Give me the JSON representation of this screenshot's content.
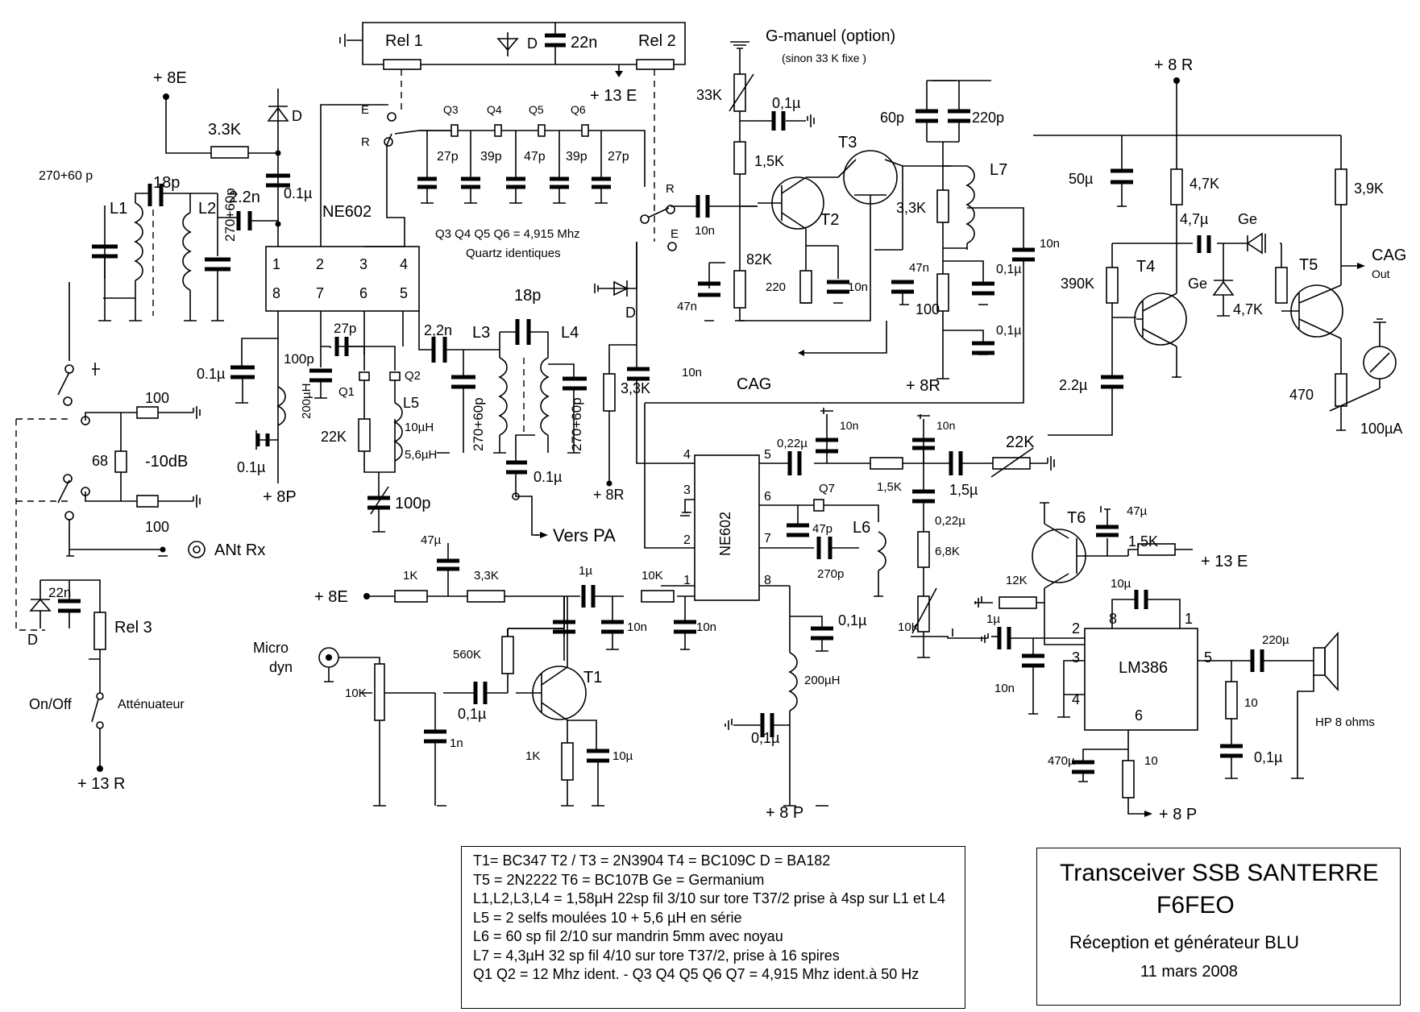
{
  "title_block": {
    "line1": "Transceiver SSB SANTERRE",
    "line2": "F6FEO",
    "line3": "Réception et générateur BLU",
    "date": "11 mars 2008"
  },
  "notes": [
    "T1= BC347 T2 / T3 = 2N3904 T4 = BC109C D = BA182",
    "T5 = 2N2222 T6 = BC107B Ge = Germanium",
    "L1,L2,L3,L4 = 1,58µH 22sp fil 3/10 sur tore T37/2 prise à 4sp sur L1 et L4",
    "L5 = 2 selfs moulées 10 + 5,6 µH en série",
    "L6 = 60 sp fil 2/10 sur mandrin 5mm avec noyau",
    "L7 = 4,3µH 32 sp fil 4/10 sur tore T37/2, prise à 16 spires",
    "Q1 Q2 = 12 Mhz ident. - Q3 Q4 Q5 Q6 Q7 = 4,915 Mhz ident.à 50 Hz"
  ],
  "labels": {
    "rel1": "Rel 1",
    "rel2": "Rel 2",
    "rel3": "Rel 3",
    "d_top": "D",
    "c22n_top": "22n",
    "p13e_top": "+ 13 E",
    "p8e_top": "+ 8E",
    "r33k": "3.3K",
    "d1": "D",
    "c01_1": "0.1µ",
    "ne602_1": "NE602",
    "e1": "E",
    "r1": "R",
    "q3": "Q3",
    "q4": "Q4",
    "q5": "Q5",
    "q6": "Q6",
    "c27a": "27p",
    "c39a": "39p",
    "c47a": "47p",
    "c39b": "39p",
    "c27b": "27p",
    "quartz1": "Q3 Q4 Q5 Q6 = 4,915 Mhz",
    "quartz2": "Quartz identiques",
    "r2": "R",
    "e2": "E",
    "c10n_a": "10n",
    "gman": "G-manuel (option)",
    "sinon": "(sinon 33 K fixe )",
    "r33kpot": "33K",
    "c01_g": "0,1µ",
    "r15k": "1,5K",
    "t3": "T3",
    "t2": "T2",
    "r82k": "82K",
    "c47n_a": "47n",
    "r220": "220",
    "c10n_b": "10n",
    "cag_in": "CAG",
    "c47n_b": "47n",
    "c60p": "60p",
    "c220p": "220p",
    "l7": "L7",
    "r33k_b": "3,3K",
    "r100_b": "100",
    "c01_h": "0,1µ",
    "c01_i": "0,1µ",
    "p8r_a": "+ 8R",
    "c10n_c": "10n",
    "cap270": "270+60 p",
    "l1": "L1",
    "l2": "L2",
    "c18p_a": "18p",
    "c22n_b": "2.2n",
    "c270_60_a": "270+60p",
    "pin1": "1",
    "pin2": "2",
    "pin3": "3",
    "pin4": "4",
    "pin8": "8",
    "pin7": "7",
    "pin6": "6",
    "pin5": "5",
    "c01_b": "0.1µ",
    "c100p": "100p",
    "c27p_c": "27p",
    "q1": "Q1",
    "q2": "Q2",
    "l5": "L5",
    "l10u": "10µH",
    "l56u": "5,6µH",
    "r22k": "22K",
    "c100p_b": "100p",
    "l200": "200µH",
    "c01_c": "0.1µ",
    "p8p_a": "+ 8P",
    "c22n_c": "2,2n",
    "l3": "L3",
    "l4": "L4",
    "c18p_b": "18p",
    "c270_60_b": "270+60p",
    "c270_60_c": "270+60p",
    "c01_d": "0.1µ",
    "vers_pa": "Vers PA",
    "d_mid": "D",
    "r33k_c": "3,3K",
    "c10n_d": "10n",
    "p8r_b": "+ 8R",
    "r100_a": "100",
    "r68": "68",
    "att10": "-10dB",
    "r100_c": "100",
    "ant": "ANt Rx",
    "c22n_d": "22n",
    "d_bot": "D",
    "onoff": "On/Off",
    "attenuateur": "Atténuateur",
    "p13r": "+ 13 R",
    "p8r_c": "+ 8 R",
    "c50u": "50µ",
    "r47k_a": "4,7K",
    "r39k": "3,9K",
    "c47u": "4,7µ",
    "ge1": "Ge",
    "ge2": "Ge",
    "cag_out": "CAG",
    "out": "Out",
    "r390k": "390K",
    "t4": "T4",
    "t5": "T5",
    "r47k_b": "4,7K",
    "c22u": "2.2µ",
    "r470": "470",
    "m100": "100µA",
    "r22k_b": "22K",
    "c022_a": "0,22µ",
    "c10n_e": "10n",
    "c10n_f": "10n",
    "r15k_b": "1,5K",
    "c15u": "1,5µ",
    "c022_b": "0,22µ",
    "r68k": "6,8K",
    "ne602_2": "NE602",
    "n4": "4",
    "n3": "3",
    "n2": "2",
    "n1": "1",
    "n5": "5",
    "n6": "6",
    "n7": "7",
    "n8": "8",
    "q7": "Q7",
    "c47p_b": "47p",
    "l6": "L6",
    "c270p": "270p",
    "p8e_b": "+ 8E",
    "r1k": "1K",
    "c47u_b": "47µ",
    "r33k_d": "3,3K",
    "c1u": "1µ",
    "r10k": "10K",
    "c10n_g": "10n",
    "c10n_h": "10n",
    "c01_e": "0,1µ",
    "micro": "Micro",
    "dyn": "dyn",
    "r10k_pot": "10K",
    "r560k": "560K",
    "c01_f": "0,1µ",
    "t1": "T1",
    "c1n": "1n",
    "r1k_b": "1K",
    "c10u_a": "10µ",
    "l200_b": "200µH",
    "c01_g2": "0,1µ",
    "p8p_b": "+ 8 P",
    "t6": "T6",
    "c47u_c": "47µ",
    "r15k_c": "1,5K",
    "p13e_b": "+ 13 E",
    "r12k": "12K",
    "c10u_b": "10µ",
    "c1u_b": "1µ",
    "r10k_b": "10K",
    "lm386": "LM386",
    "l2pin": "2",
    "l3pin": "3",
    "l4pin": "4",
    "l5pin": "5",
    "l6pin": "6",
    "l8pin": "8",
    "l1pin": "1",
    "c10n_i": "10n",
    "c220u": "220µ",
    "r10": "10",
    "c01_j": "0,1µ",
    "hp": "HP 8 ohms",
    "c470u": "470µ",
    "r10_b": "10",
    "p8p_c": "+ 8 P"
  }
}
